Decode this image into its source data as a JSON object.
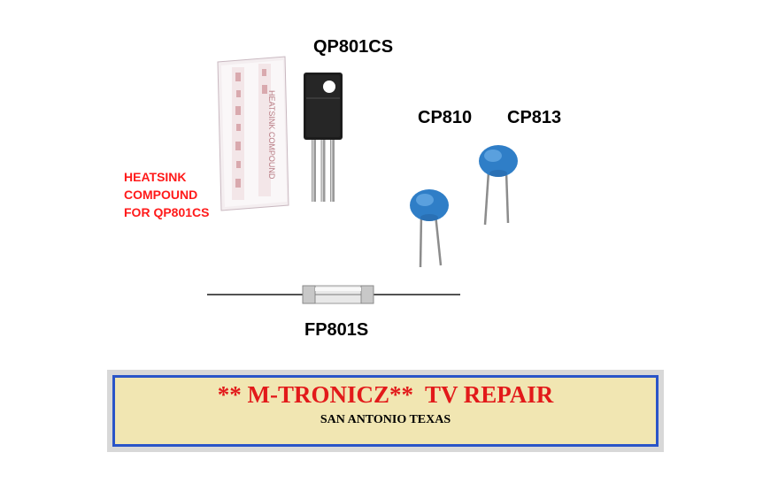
{
  "labels": {
    "transistor": "QP801CS",
    "cap1": "CP810",
    "cap2": "CP813",
    "fuse": "FP801S"
  },
  "heatsink_note": {
    "line1": "HEATSINK",
    "line2": "COMPOUND",
    "line3": "FOR  QP801CS"
  },
  "packet_print": "HEATSINK COMPOUND",
  "banner": {
    "title": "** M-TRONICZ**  TV REPAIR",
    "subtitle": "SAN ANTONIO TEXAS"
  },
  "colors": {
    "note_red": "#ff1a1a",
    "banner_red": "#e21a1a",
    "banner_border": "#2a55c8",
    "banner_fill": "#f1e6b2",
    "capacitor_blue": "#2f7ec7"
  }
}
